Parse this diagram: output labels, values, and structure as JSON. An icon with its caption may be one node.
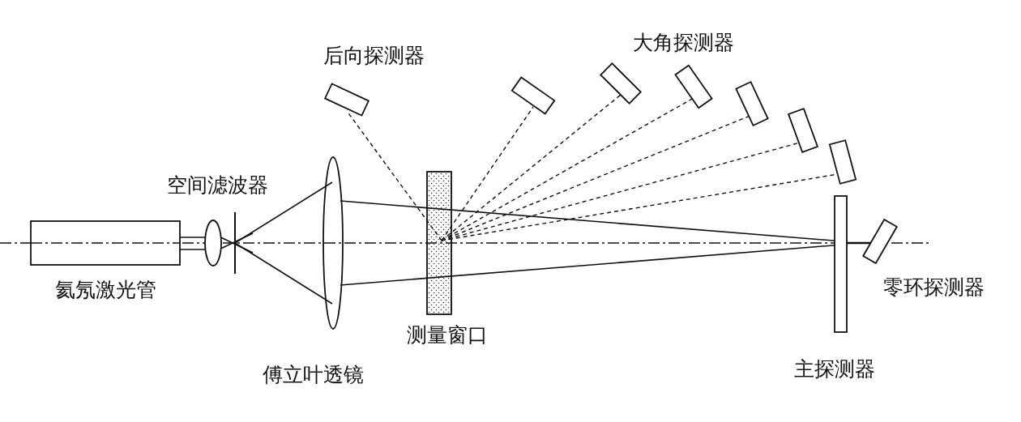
{
  "diagram": {
    "labels": [
      "后向探测器",
      "大角探测器",
      "空间滤波器",
      "氦氖激光管",
      "测量窗口",
      "零环探测器",
      "傅立叶透镜",
      "主探测器"
    ]
  }
}
